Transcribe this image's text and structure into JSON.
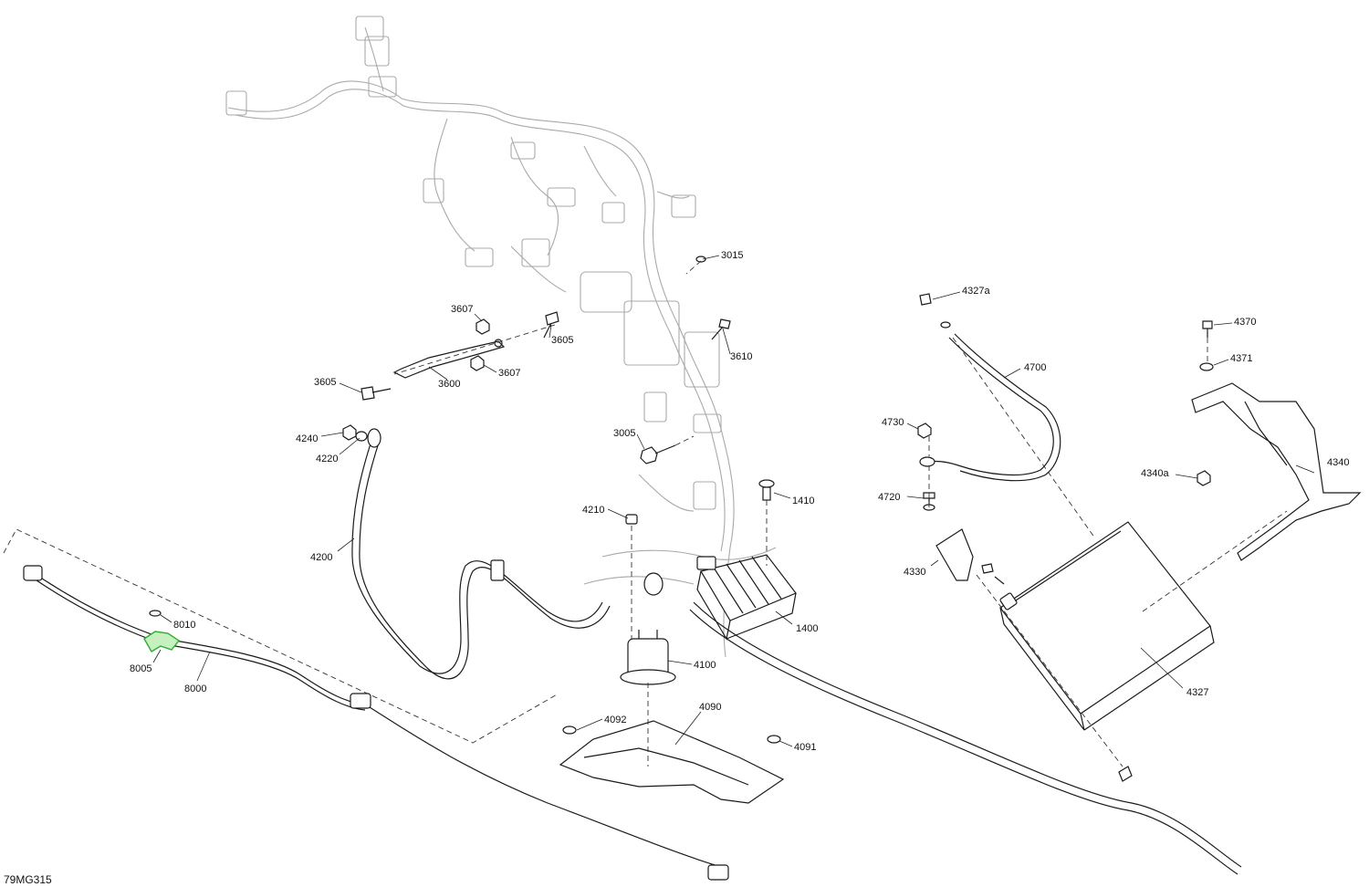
{
  "diagram": {
    "drawing_code": "79MG315",
    "highlight_color": "#2fae2f",
    "line_color": "#1a1a1a",
    "ghost_color": "#a9a9a9",
    "callouts": [
      {
        "id": "c3015",
        "label": "3015"
      },
      {
        "id": "c3607a",
        "label": "3607"
      },
      {
        "id": "c3605a",
        "label": "3605"
      },
      {
        "id": "c3610",
        "label": "3610"
      },
      {
        "id": "c3605b",
        "label": "3605"
      },
      {
        "id": "c3600",
        "label": "3600"
      },
      {
        "id": "c3607b",
        "label": "3607"
      },
      {
        "id": "c4240",
        "label": "4240"
      },
      {
        "id": "c4220",
        "label": "4220"
      },
      {
        "id": "c3005",
        "label": "3005"
      },
      {
        "id": "c4327a",
        "label": "4327a"
      },
      {
        "id": "c4700",
        "label": "4700"
      },
      {
        "id": "c4370",
        "label": "4370"
      },
      {
        "id": "c4371",
        "label": "4371"
      },
      {
        "id": "c4730",
        "label": "4730"
      },
      {
        "id": "c4340a",
        "label": "4340a"
      },
      {
        "id": "c4340",
        "label": "4340"
      },
      {
        "id": "c4720",
        "label": "4720"
      },
      {
        "id": "c1410",
        "label": "1410"
      },
      {
        "id": "c4210",
        "label": "4210"
      },
      {
        "id": "c4200",
        "label": "4200"
      },
      {
        "id": "c4330",
        "label": "4330"
      },
      {
        "id": "c8010",
        "label": "8010"
      },
      {
        "id": "c1400",
        "label": "1400"
      },
      {
        "id": "c8005",
        "label": "8005"
      },
      {
        "id": "c4100",
        "label": "4100"
      },
      {
        "id": "c8000",
        "label": "8000"
      },
      {
        "id": "c4327",
        "label": "4327"
      },
      {
        "id": "c4092",
        "label": "4092"
      },
      {
        "id": "c4090",
        "label": "4090"
      },
      {
        "id": "c4091",
        "label": "4091"
      }
    ]
  }
}
